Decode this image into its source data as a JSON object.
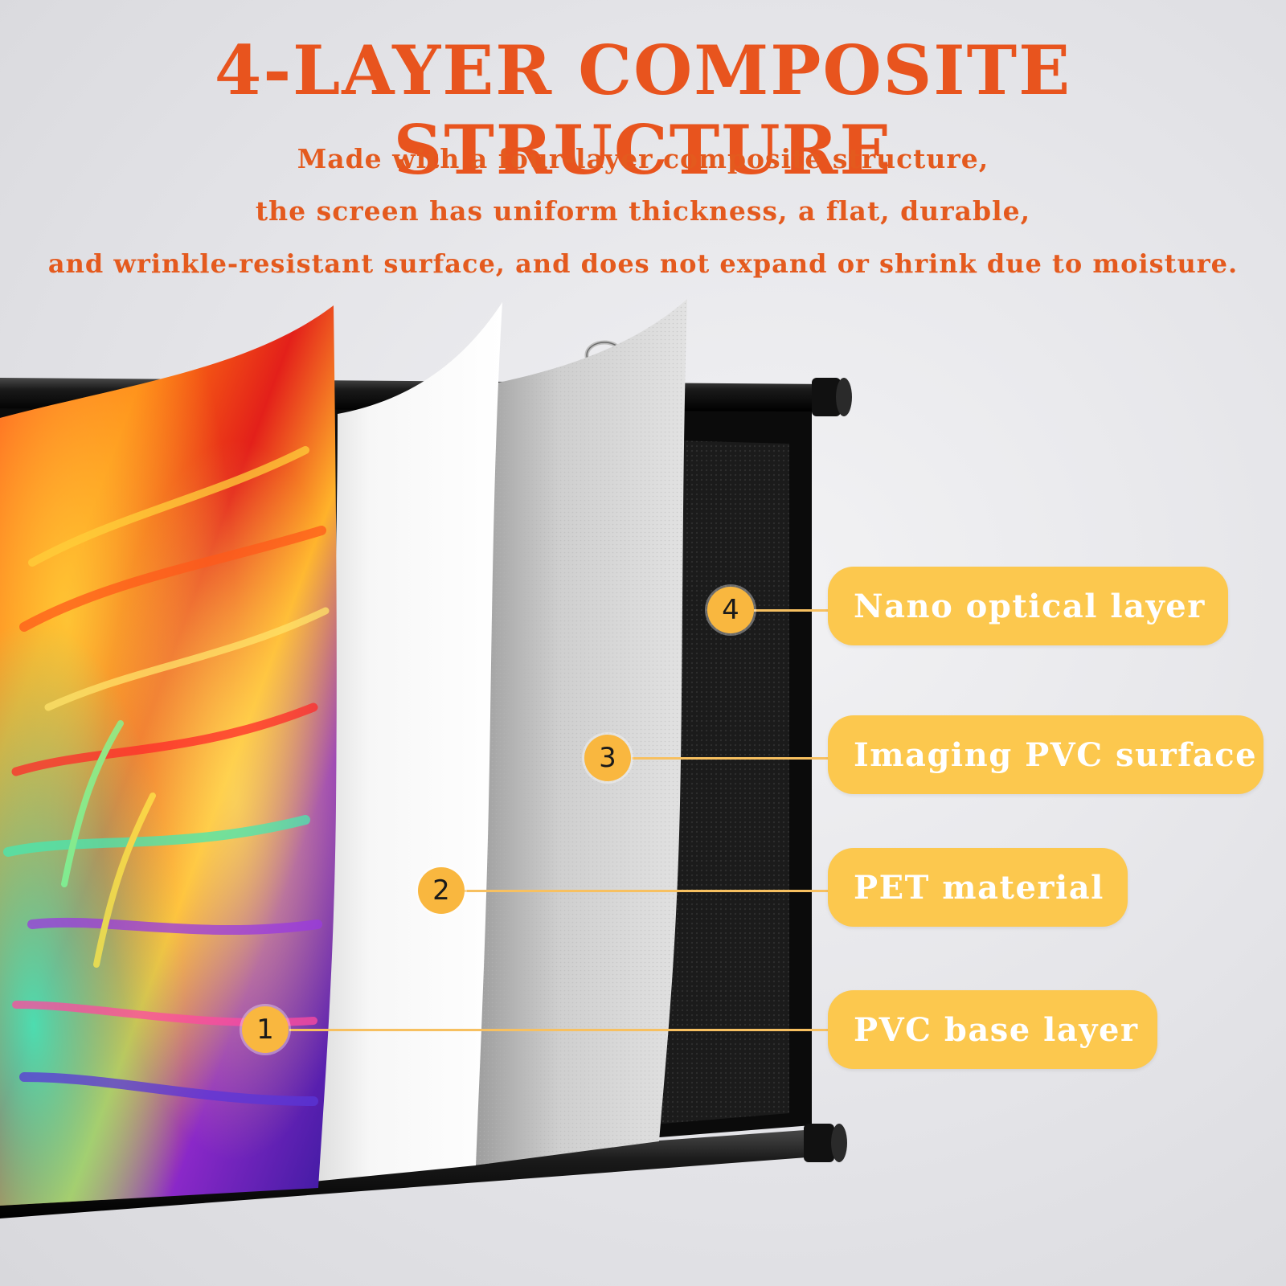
{
  "header": {
    "title": "4-LAYER COMPOSITE STRUCTURE",
    "subtitle_lines": [
      "Made with a four-layer composite structure,",
      "the screen has uniform thickness, a flat, durable,",
      "and wrinkle-resistant surface, and does not expand or shrink due to moisture."
    ]
  },
  "layers": [
    {
      "number": "4",
      "label": "Nano optical layer"
    },
    {
      "number": "3",
      "label": "Imaging PVC surface"
    },
    {
      "number": "2",
      "label": "PET material"
    },
    {
      "number": "1",
      "label": "PVC base layer"
    }
  ],
  "colors": {
    "title": "#e8541e",
    "badge": "#f9b73f",
    "pill": "#fcc84e",
    "pill_text": "#ffffff"
  }
}
